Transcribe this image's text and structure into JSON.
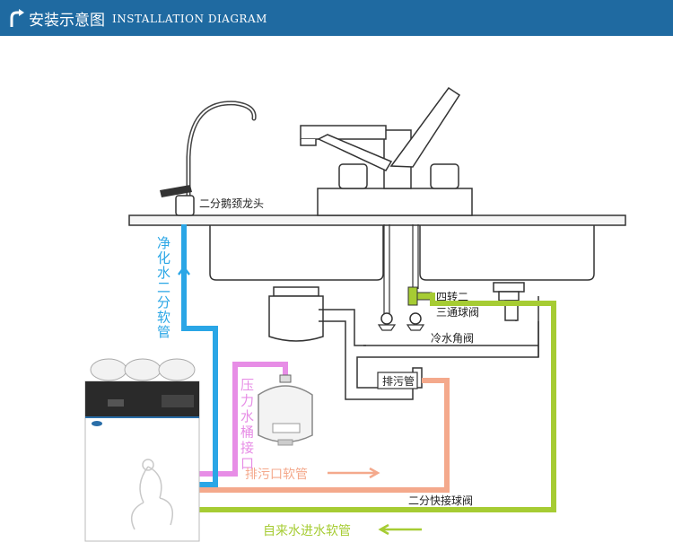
{
  "header": {
    "title": "安装示意图",
    "subtitle": "INSTALLATION DIAGRAM"
  },
  "labels": {
    "gooseneck_faucet": "二分鹅颈龙头",
    "purified_hose_chars": [
      "净",
      "化",
      "水",
      "二",
      "分",
      "软",
      "管"
    ],
    "tank_hose_chars": [
      "压",
      "力",
      "水",
      "桶",
      "接",
      "口"
    ],
    "drain_hose": "排污口软管",
    "tee_valve_line1": "四转二",
    "tee_valve_line2": "三通球阀",
    "cold_angle_valve": "冷水角阀",
    "drain_pipe": "排污管",
    "quick_ball_valve": "二分快接球阀",
    "inlet_hose": "自来水进水软管"
  },
  "colors": {
    "header_bg": "#1f6aa1",
    "purified_line": "#2aa6e6",
    "tank_line": "#e78de6",
    "drain_line": "#f4a98c",
    "inlet_line": "#a6cc33",
    "outline": "#333333"
  }
}
